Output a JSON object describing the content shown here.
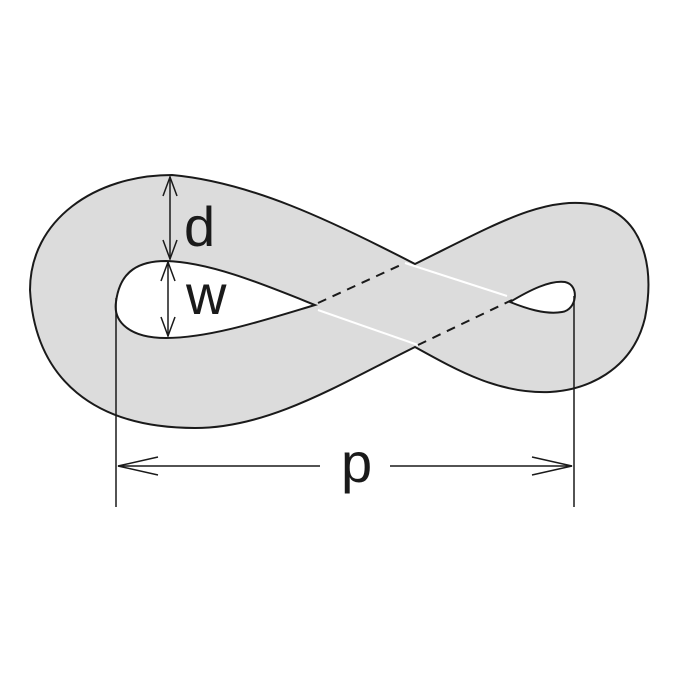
{
  "diagram": {
    "labels": {
      "d": "d",
      "w": "w",
      "p": "p"
    },
    "colors": {
      "band_fill": "#dcdcdc",
      "stroke": "#1a1a1a",
      "background": "#ffffff"
    }
  }
}
